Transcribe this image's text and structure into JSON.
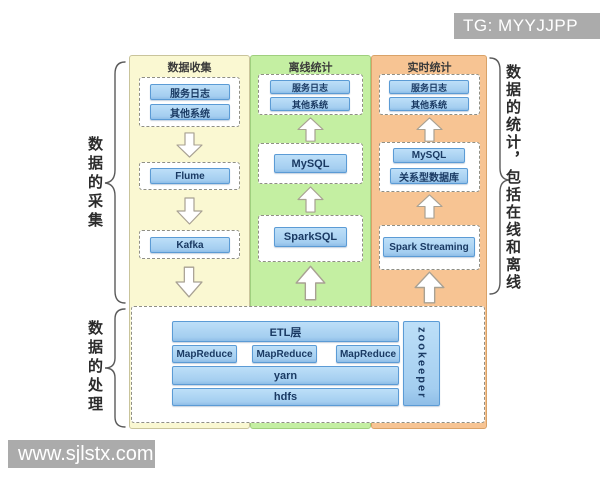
{
  "badge": {
    "text": "TG: MYYJJPP"
  },
  "watermark": {
    "text": "www.sjlstx.com"
  },
  "annotations": {
    "left_top": "数据的采集",
    "left_bottom": "数据的处理",
    "right": "数据的统计，包括在线和离线"
  },
  "columns": [
    {
      "title": "数据收集",
      "source_box": {
        "item1": "服务日志",
        "item2": "其他系统"
      },
      "stage1": "Flume",
      "stage2": "Kafka"
    },
    {
      "title": "离线统计",
      "source_box": {
        "item1": "服务日志",
        "item2": "其他系统"
      },
      "stage1": "MySQL",
      "stage2": "SparkSQL"
    },
    {
      "title": "实时统计",
      "source_box": {
        "item1": "服务日志",
        "item2": "其他系统"
      },
      "stage1": "MySQL",
      "stage1b": "关系型数据库",
      "stage2": "Spark Streaming"
    }
  ],
  "processing": {
    "etl": "ETL层",
    "mapreduce": [
      "MapReduce",
      "MapReduce",
      "MapReduce"
    ],
    "yarn": "yarn",
    "hdfs": "hdfs",
    "zookeeper": "zookeeper"
  },
  "colors": {
    "column_collect_bg": "#FAF8D2",
    "column_offline_bg": "#C4EFA2",
    "column_realtime_bg": "#F7C493",
    "node_fill": "#A9D2F3",
    "node_border": "#5B9BD5",
    "tag_bg": "#ABABAB"
  }
}
